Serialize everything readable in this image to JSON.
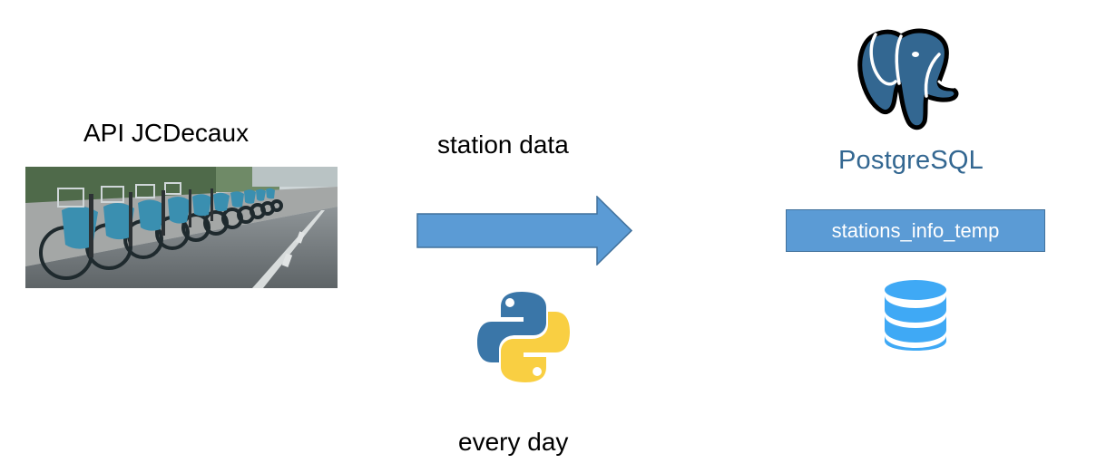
{
  "source": {
    "title": "API JCDecaux",
    "image_icon": "bike-sharing-station-photo"
  },
  "flow": {
    "label": "station data",
    "arrow_icon": "right-arrow-icon",
    "tool_icon": "python-logo-icon",
    "frequency": "every day"
  },
  "destination": {
    "logo_icon": "postgresql-elephant-icon",
    "wordmark": "PostgreSQL",
    "table_name": "stations_info_temp",
    "storage_icon": "database-icon"
  },
  "colors": {
    "arrow_fill": "#5b9bd5",
    "table_fill": "#5b9bd5",
    "postgres_blue": "#336791",
    "python_blue": "#3a76a8",
    "python_yellow": "#f9cf42",
    "database_blue": "#3fa9f5"
  }
}
